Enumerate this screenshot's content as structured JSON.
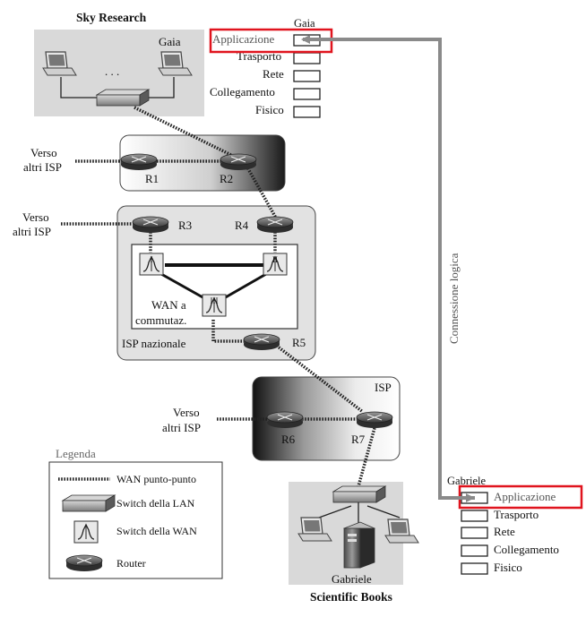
{
  "sites": {
    "sky_research": "Sky Research",
    "scientific_books": "Scientific Books"
  },
  "hosts": {
    "gaia": "Gaia",
    "gabriele": "Gabriele",
    "ellipsis": ". . ."
  },
  "stack_top": {
    "host": "Gaia",
    "layers": [
      "Applicazione",
      "Trasporto",
      "Rete",
      "Collegamento",
      "Fisico"
    ]
  },
  "stack_bottom": {
    "host": "Gabriele",
    "layers": [
      "Applicazione",
      "Trasporto",
      "Rete",
      "Collegamento",
      "Fisico"
    ]
  },
  "logical_connection": "Connessione logica",
  "other_isp": {
    "line1": "Verso",
    "line2": "altri ISP"
  },
  "routers": {
    "r1": "R1",
    "r2": "R2",
    "r3": "R3",
    "r4": "R4",
    "r5": "R5",
    "r6": "R6",
    "r7": "R7"
  },
  "wan_switches": {
    "s1": "I",
    "s2": "II",
    "s3": "III"
  },
  "wan_label": {
    "line1": "WAN a",
    "line2": "commutaz."
  },
  "isp_nazionale": "ISP nazionale",
  "isp": "ISP",
  "legend": {
    "title": "Legenda",
    "items": [
      "WAN punto-punto",
      "Switch della LAN",
      "Switch della WAN",
      "Router"
    ]
  },
  "colors": {
    "highlight": "#e0141e",
    "logical_arrow": "#8a8a8a",
    "site_background": "#d9d9d9"
  }
}
